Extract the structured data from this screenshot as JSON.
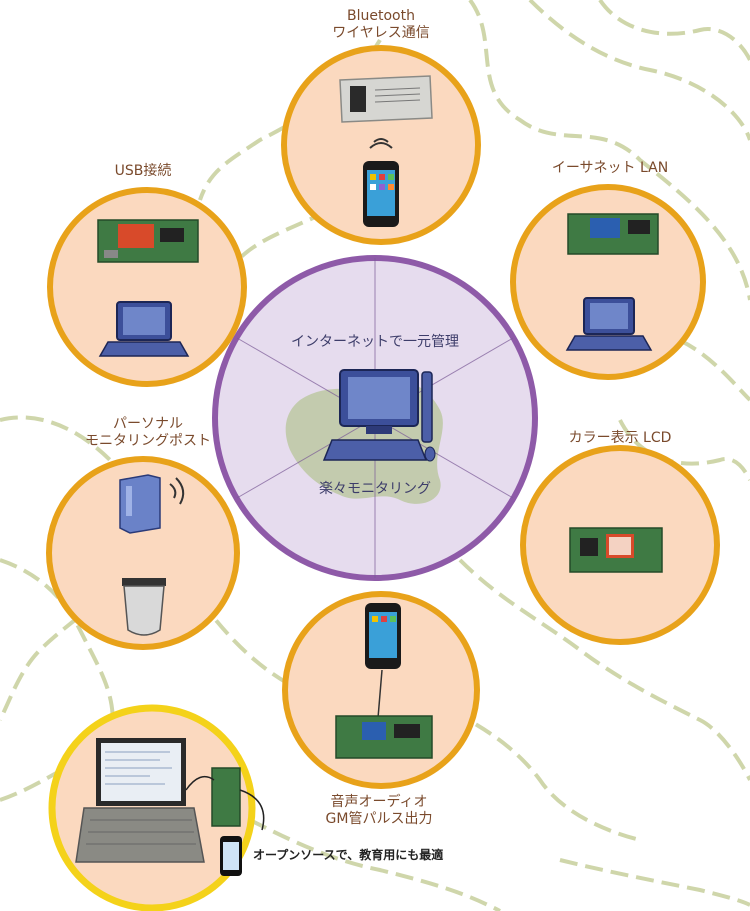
{
  "center": {
    "title": "インターネットで一元管理",
    "subtitle": "楽々モニタリング"
  },
  "nodes": {
    "bluetooth": {
      "line1": "Bluetooth",
      "line2": "ワイヤレス通信"
    },
    "usb": {
      "label": "USB接続"
    },
    "ethernet": {
      "label": "イーサネット LAN"
    },
    "lcd": {
      "label": "カラー表示 LCD"
    },
    "post": {
      "line1": "パーソナル",
      "line2": "モニタリングポスト"
    },
    "audio": {
      "line1": "音声オーディオ",
      "line2": "GM管パルス出力"
    }
  },
  "footer_caption": "オープンソースで、教育用にも最適",
  "colors": {
    "orange_ring": "#e8a21a",
    "peach_fill": "#fbd9bf",
    "purple_ring": "#8e5aa8",
    "lavender_fill": "#e6dcee",
    "yellow_ring": "#f4d21a",
    "map_stroke": "#c7cf9c",
    "map_fill": "#bfc9a6",
    "label_brown": "#7a4a2c"
  }
}
